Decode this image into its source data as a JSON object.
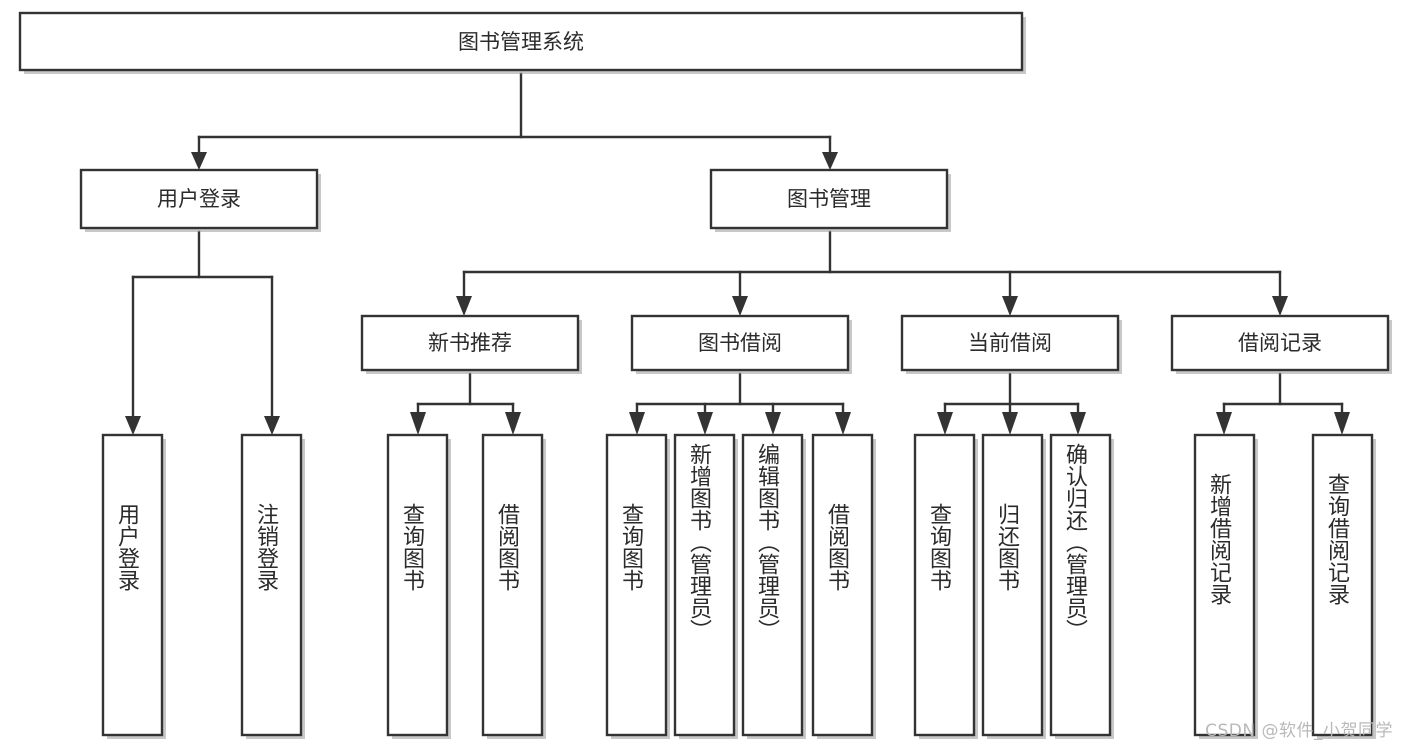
{
  "diagram": {
    "title": "图书管理系统",
    "type": "hierarchy-tree",
    "watermark": "CSDN @软件_小贺同学",
    "colors": {
      "box_stroke": "#333333",
      "box_fill": "#ffffff",
      "text": "#2b2b2b",
      "background": "#ffffff",
      "watermark": "#b9b9b9"
    },
    "nodes": {
      "root": {
        "label": "图书管理系统"
      },
      "level2": [
        {
          "label": "用户登录"
        },
        {
          "label": "图书管理"
        }
      ],
      "level3": [
        {
          "label": "新书推荐"
        },
        {
          "label": "图书借阅"
        },
        {
          "label": "当前借阅"
        },
        {
          "label": "借阅记录"
        }
      ],
      "leaves": {
        "user_login": [
          {
            "label": "用户登录"
          },
          {
            "label": "注销登录"
          }
        ],
        "new_book_recommend": [
          {
            "label": "查询图书"
          },
          {
            "label": "借阅图书"
          }
        ],
        "book_borrow": [
          {
            "label": "查询图书"
          },
          {
            "label": "新增图书（管理员）"
          },
          {
            "label": "编辑图书（管理员）"
          },
          {
            "label": "借阅图书"
          }
        ],
        "current_borrow": [
          {
            "label": "查询图书"
          },
          {
            "label": "归还图书"
          },
          {
            "label": "确认归还（管理员）"
          }
        ],
        "borrow_record": [
          {
            "label": "新增借阅记录"
          },
          {
            "label": "查询借阅记录"
          }
        ]
      }
    }
  }
}
